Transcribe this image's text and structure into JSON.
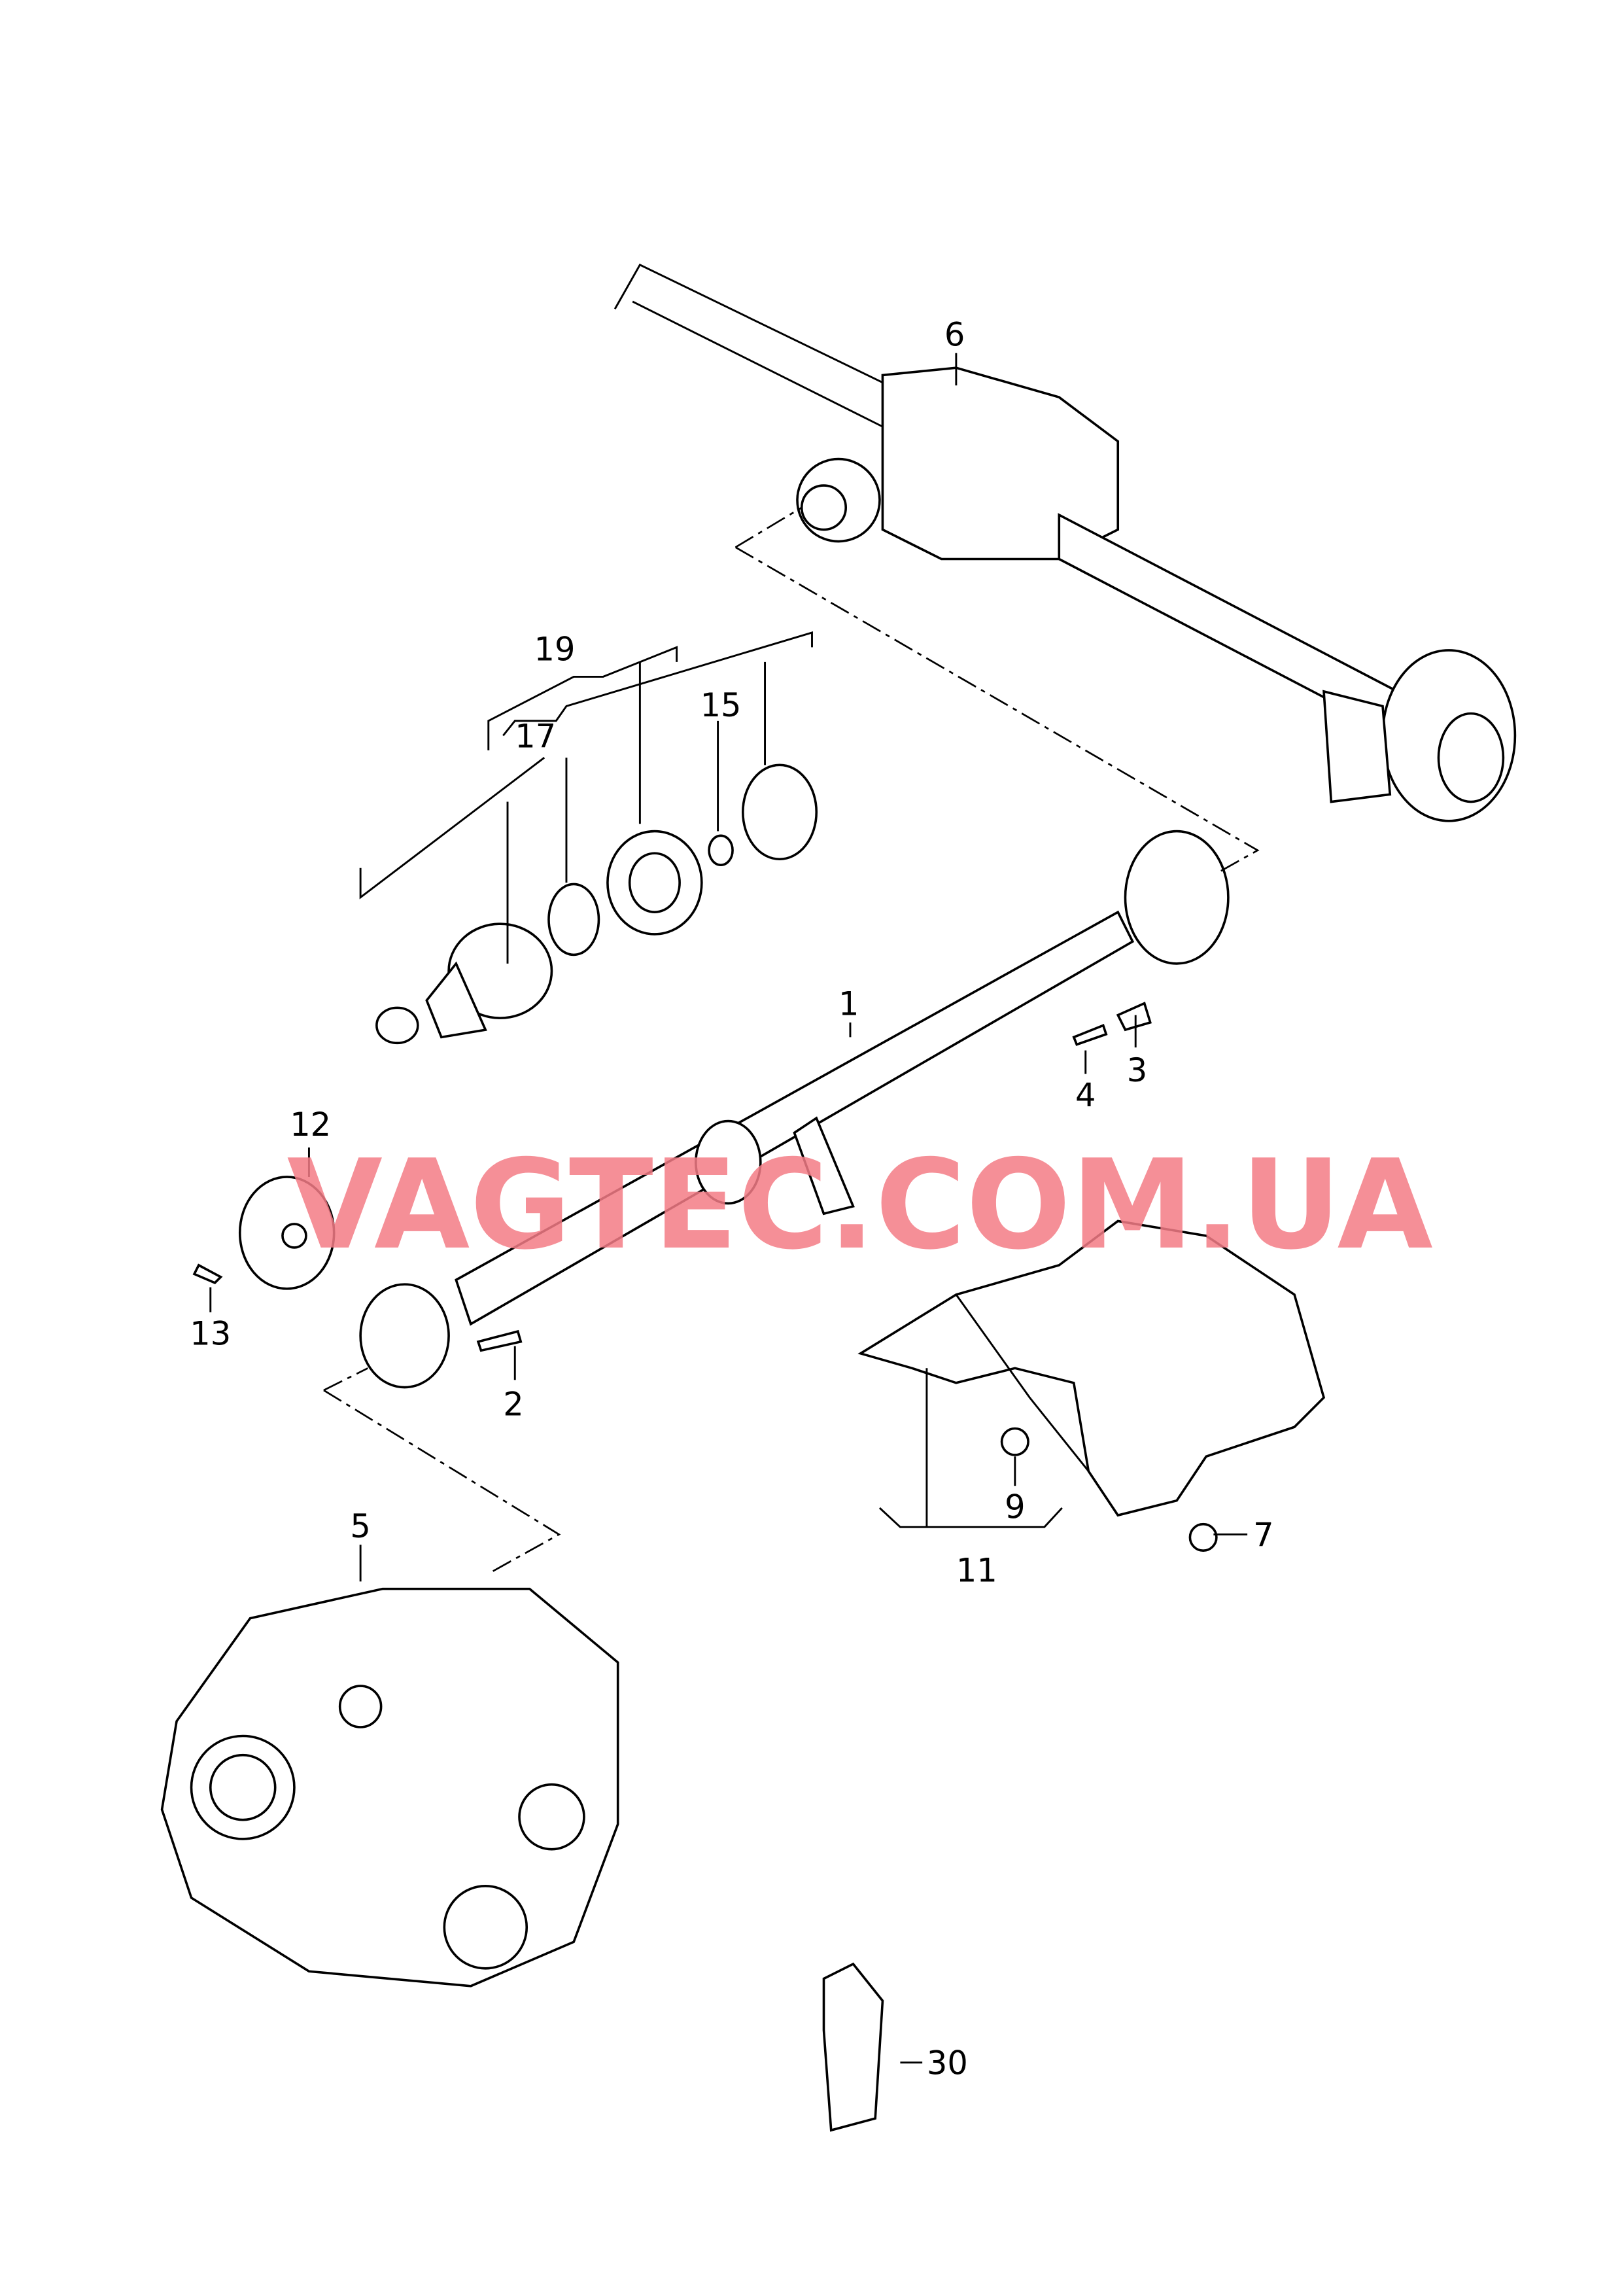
{
  "diagram": {
    "watermark": "VAGTEC.COM.UA",
    "callouts": {
      "c1": "1",
      "c2": "2",
      "c3": "3",
      "c4": "4",
      "c5": "5",
      "c6": "6",
      "c7": "7",
      "c9": "9",
      "c11": "11",
      "c12": "12",
      "c13": "13",
      "c15": "15",
      "c17": "17",
      "c19": "19",
      "c30": "30"
    }
  }
}
